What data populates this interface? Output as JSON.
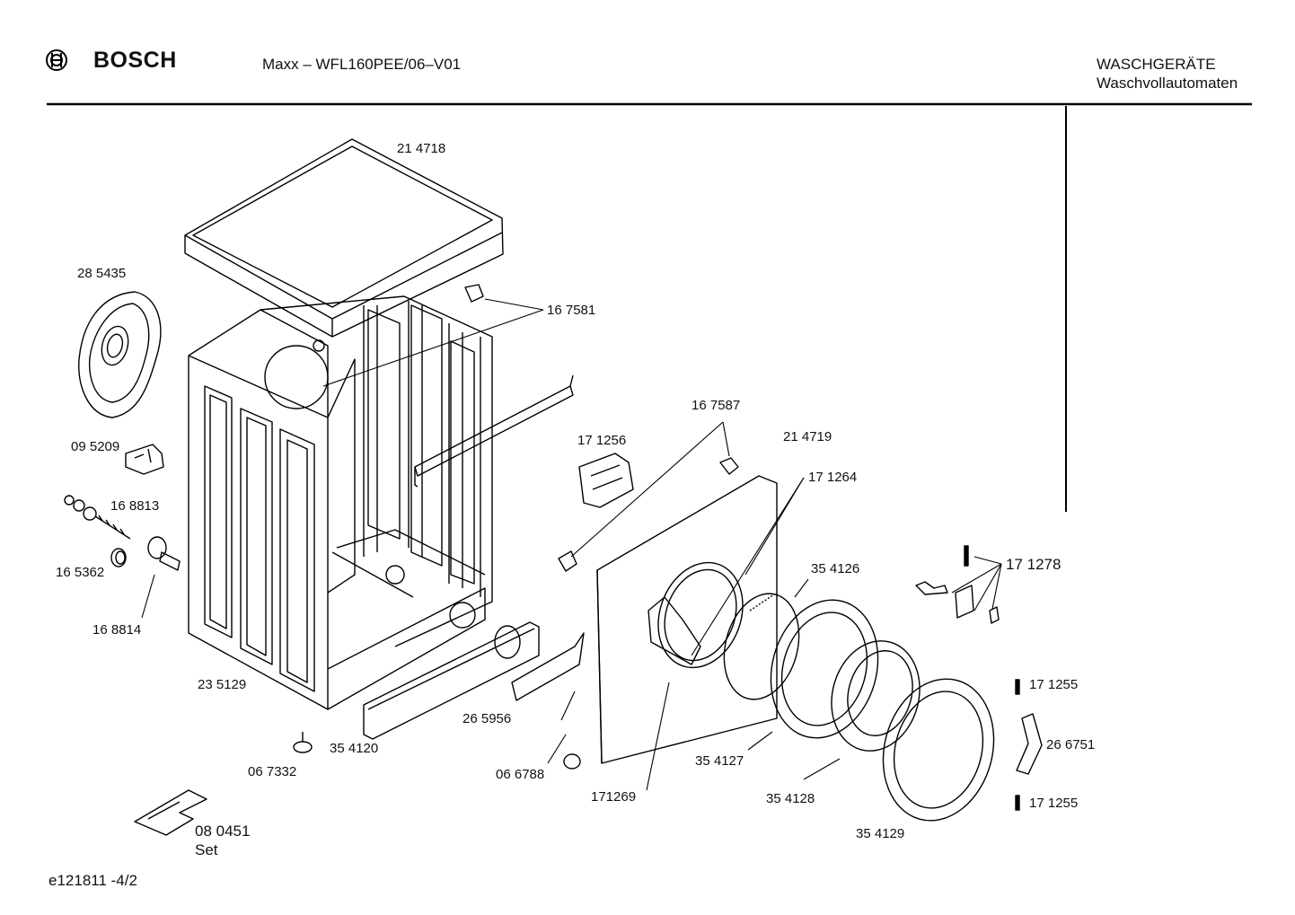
{
  "header": {
    "brand": "BOSCH",
    "model": "Maxx – WFL160PEE/06–V01",
    "category": "WASCHGERÄTE",
    "subcategory": "Waschvollautomaten"
  },
  "parts": {
    "p214718": "21 4718",
    "p285435": "28 5435",
    "p167581": "16 7581",
    "p095209": "09 5209",
    "p168813": "16 8813",
    "p165362": "16 5362",
    "p168814": "16 8814",
    "p235129": "23 5129",
    "p167587": "16 7587",
    "p171256": "17 1256",
    "p214719": "21 4719",
    "p171264": "17 1264",
    "p354126": "35 4126",
    "p171278": "17 1278",
    "p171255a": "17 1255",
    "p266751": "26 6751",
    "p171255b": "17 1255",
    "p265956": "26 5956",
    "p354120": "35 4120",
    "p067332": "06 7332",
    "p066788": "06 6788",
    "p171269": "171269",
    "p354127": "35 4127",
    "p354128": "35 4128",
    "p354129": "35 4129",
    "p080451": "08 0451",
    "set": "Set"
  },
  "footer": {
    "doc_id": "e121811 -4/2"
  },
  "icons": {
    "logo": "bosch-armature-icon"
  }
}
